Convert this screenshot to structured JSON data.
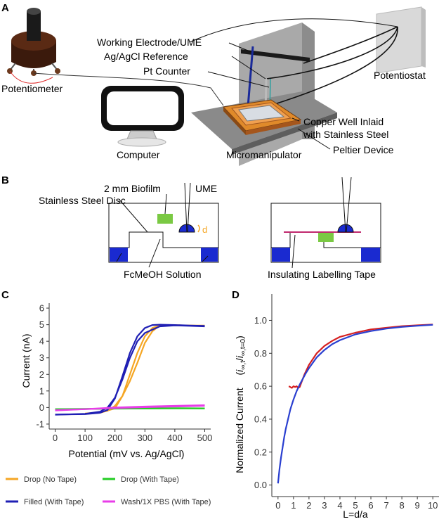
{
  "panel_a": {
    "letter": "A",
    "labels": {
      "potentiometer": "Potentiometer",
      "computer": "Computer",
      "working_electrode": "Working Electrode/UME",
      "reference": "Ag/AgCl Reference",
      "counter": "Pt Counter",
      "potentiostat": "Potentiostat",
      "copper_well_line1": "Copper Well Inlaid",
      "copper_well_line2": "with Stainless Steel",
      "micromanipulator": "Micromanipulator",
      "peltier": "Peltier Device"
    }
  },
  "panel_b": {
    "letter": "B",
    "labels": {
      "biofilm": "2 mm Biofilm",
      "ume": "UME",
      "steel_disc": "Stainless Steel Disc",
      "d": "d",
      "solution": "FcMeOH Solution",
      "tape": "Insulating Labelling Tape"
    }
  },
  "chart_data": [
    {
      "id": "C",
      "type": "line",
      "panel_letter": "C",
      "xlabel": "Potential (mV vs. Ag/AgCl)",
      "ylabel": "Current (nA)",
      "xlim": [
        -20,
        520
      ],
      "ylim": [
        -1.3,
        6.3
      ],
      "xticks": [
        0,
        100,
        200,
        300,
        400,
        500
      ],
      "yticks": [
        -1,
        0,
        1,
        2,
        3,
        4,
        5,
        6
      ],
      "grid": false,
      "legend_position": "bottom",
      "series": [
        {
          "name": "Drop (No Tape)",
          "color": "#f5a623",
          "forward": {
            "x": [
              100,
              150,
              200,
              225,
              250,
              275,
              300,
              325,
              350,
              400,
              450,
              500
            ],
            "y": [
              -0.38,
              -0.32,
              -0.05,
              0.7,
              2.0,
              3.3,
              4.3,
              4.8,
              4.95,
              4.97,
              4.95,
              4.95
            ]
          },
          "reverse": {
            "x": [
              500,
              450,
              400,
              350,
              325,
              300,
              275,
              250,
              225,
              200,
              175,
              150,
              100
            ],
            "y": [
              4.92,
              4.95,
              4.97,
              4.95,
              4.6,
              3.9,
              2.7,
              1.6,
              0.7,
              0.1,
              -0.2,
              -0.3,
              -0.36
            ]
          }
        },
        {
          "name": "Drop (With Tape)",
          "color": "#22cc22",
          "forward": {
            "x": [
              0,
              100,
              200,
              300,
              400,
              500
            ],
            "y": [
              -0.1,
              -0.08,
              -0.06,
              -0.05,
              -0.04,
              -0.05
            ]
          },
          "reverse": {
            "x": [
              500,
              400,
              300,
              200,
              100,
              0
            ],
            "y": [
              -0.05,
              -0.05,
              -0.06,
              -0.07,
              -0.09,
              -0.11
            ]
          }
        },
        {
          "name": "Filled (With Tape)",
          "color": "#1f1fb4",
          "forward": {
            "x": [
              0,
              100,
              150,
              175,
              200,
              225,
              250,
              275,
              300,
              325,
              350,
              400,
              450,
              500
            ],
            "y": [
              -0.42,
              -0.4,
              -0.32,
              -0.15,
              0.55,
              1.9,
              3.3,
              4.3,
              4.8,
              4.98,
              5.0,
              4.98,
              4.95,
              4.93
            ]
          },
          "reverse": {
            "x": [
              500,
              450,
              400,
              350,
              300,
              275,
              250,
              225,
              200,
              175,
              150,
              100,
              0
            ],
            "y": [
              4.9,
              4.93,
              4.96,
              4.9,
              4.5,
              4.0,
              3.0,
              1.7,
              0.6,
              0.0,
              -0.25,
              -0.38,
              -0.44
            ]
          }
        },
        {
          "name": "Wash/1X PBS (With Tape)",
          "color": "#e83de8",
          "forward": {
            "x": [
              0,
              100,
              200,
              300,
              400,
              500
            ],
            "y": [
              -0.18,
              -0.1,
              0.0,
              0.06,
              0.1,
              0.14
            ]
          },
          "reverse": {
            "x": [
              500,
              400,
              300,
              200,
              100,
              0
            ],
            "y": [
              0.1,
              0.06,
              0.02,
              -0.04,
              -0.1,
              -0.16
            ]
          }
        }
      ]
    },
    {
      "id": "D",
      "type": "line",
      "panel_letter": "D",
      "xlabel": "L=d/a",
      "ylabel": "Normalized Current",
      "ylabel_formula": {
        "open": "(",
        "i1": "i",
        "sub1": "∞,t",
        "slash": "/",
        "i2": "i",
        "sub2": "∞,t=0",
        "close": ")"
      },
      "xlim": [
        -0.4,
        10.4
      ],
      "ylim": [
        -0.07,
        1.16
      ],
      "xticks": [
        0,
        1,
        2,
        3,
        4,
        5,
        6,
        7,
        8,
        9,
        10
      ],
      "yticks": [
        0.0,
        0.2,
        0.4,
        0.6,
        0.8,
        1.0
      ],
      "grid": false,
      "series": [
        {
          "color": "#d62020",
          "x": [
            0.7,
            0.8,
            0.9,
            1.0,
            1.1,
            1.2,
            1.3,
            1.4,
            1.5,
            1.7,
            2.0,
            2.5,
            3.0,
            3.5,
            4.0,
            5.0,
            6.0,
            7.0,
            8.0,
            9.0,
            10.0
          ],
          "y": [
            0.6,
            0.595,
            0.59,
            0.6,
            0.595,
            0.6,
            0.59,
            0.595,
            0.62,
            0.67,
            0.73,
            0.8,
            0.845,
            0.875,
            0.9,
            0.925,
            0.945,
            0.955,
            0.965,
            0.97,
            0.975
          ]
        },
        {
          "color": "#2a3fd0",
          "x": [
            0,
            0.1,
            0.2,
            0.3,
            0.4,
            0.5,
            0.6,
            0.7,
            0.8,
            0.9,
            1.0,
            1.2,
            1.4,
            1.6,
            1.8,
            2.0,
            2.5,
            3.0,
            3.5,
            4.0,
            5.0,
            6.0,
            7.0,
            8.0,
            9.0,
            10.0
          ],
          "y": [
            0.01,
            0.1,
            0.17,
            0.23,
            0.29,
            0.34,
            0.38,
            0.42,
            0.46,
            0.49,
            0.52,
            0.57,
            0.61,
            0.645,
            0.68,
            0.71,
            0.775,
            0.82,
            0.855,
            0.88,
            0.915,
            0.935,
            0.95,
            0.96,
            0.967,
            0.973
          ]
        }
      ]
    }
  ]
}
